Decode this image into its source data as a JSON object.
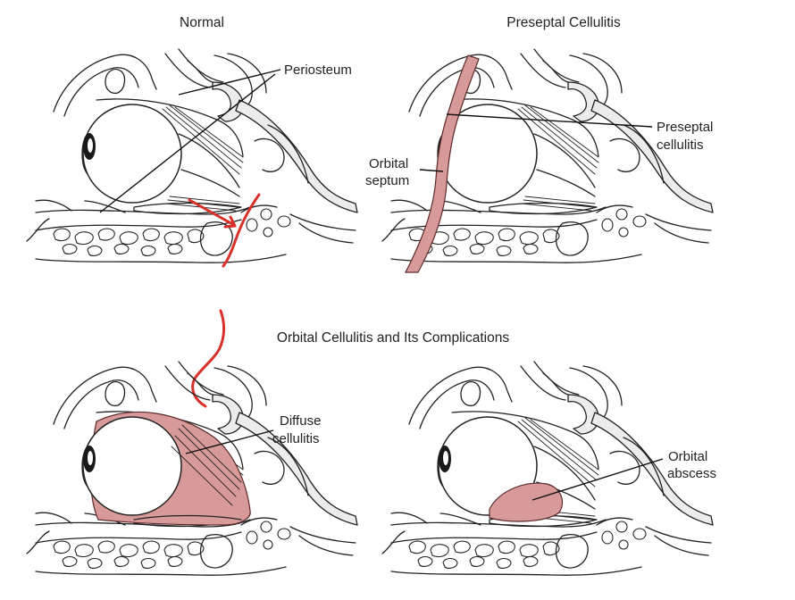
{
  "titles": {
    "normal": "Normal",
    "preseptal": "Preseptal Cellulitis",
    "orbital": "Orbital Cellulitis and Its Complications"
  },
  "labels": {
    "periosteum": "Periosteum",
    "preseptal_line1": "Preseptal",
    "preseptal_line2": "cellulitis",
    "septum_line1": "Orbital",
    "septum_line2": "septum",
    "diffuse_line1": "Diffuse",
    "diffuse_line2": "cellulitis",
    "abscess_line1": "Orbital",
    "abscess_line2": "abscess"
  },
  "colors": {
    "inflammation": "#d89a98",
    "annotation": "#d9302a",
    "bone": "#ececec"
  }
}
